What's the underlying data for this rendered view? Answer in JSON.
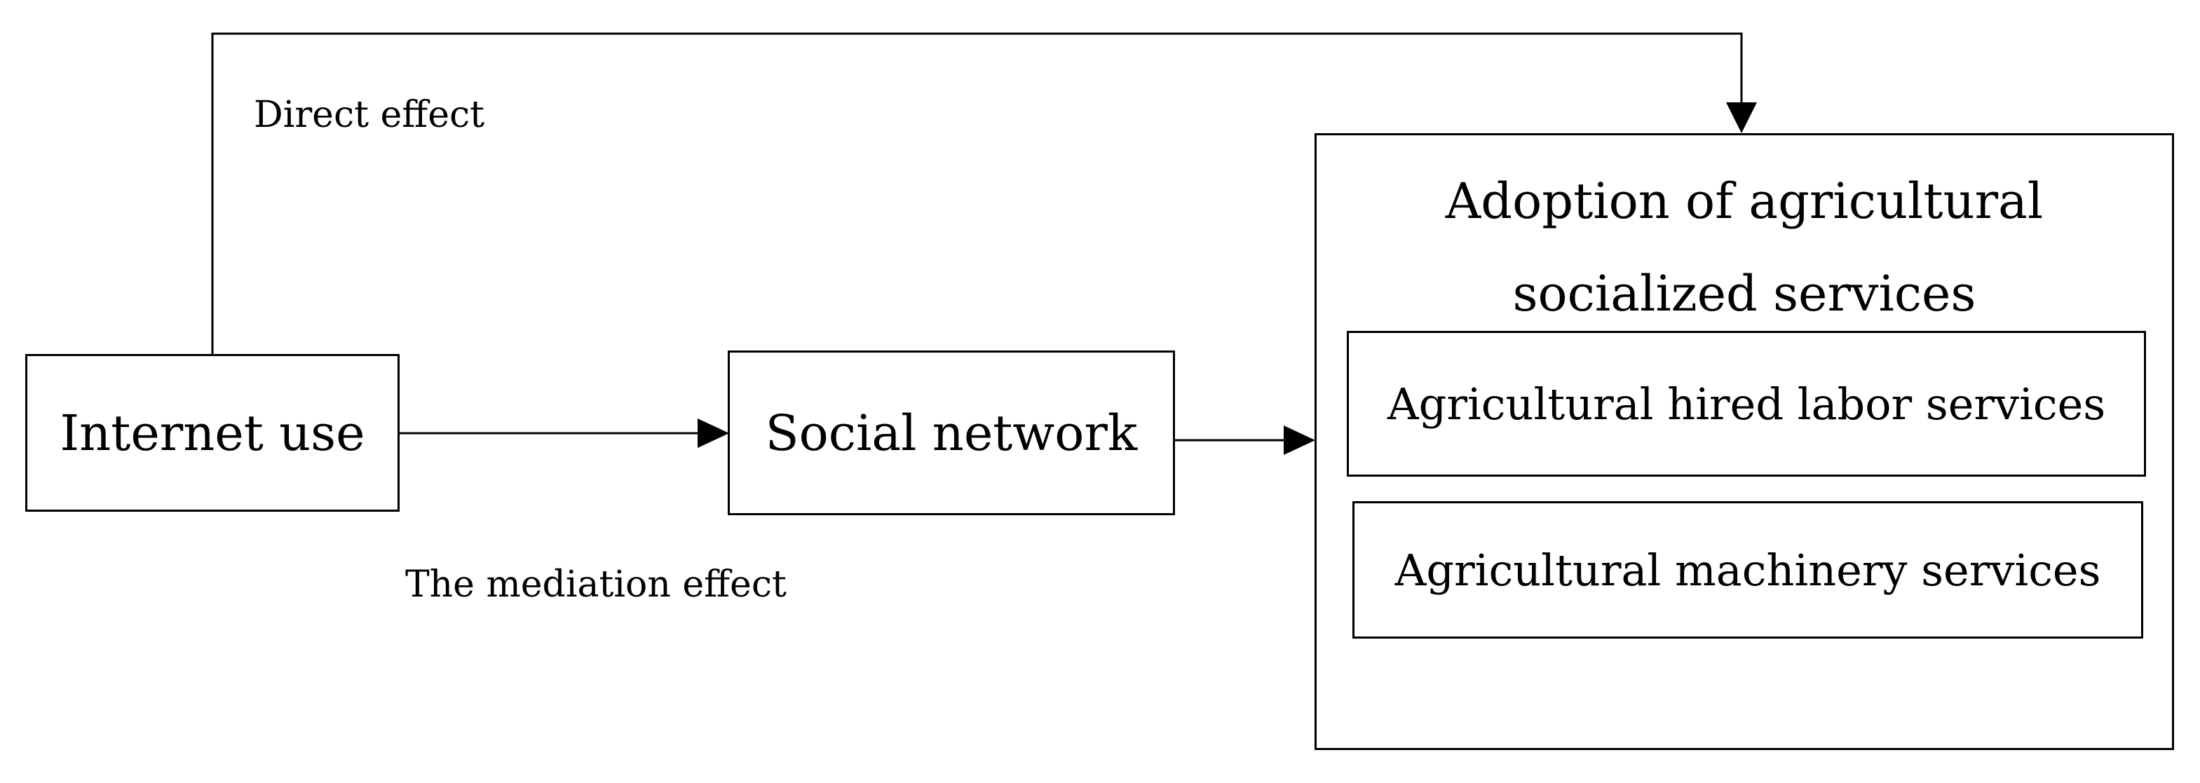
{
  "labels": {
    "direct_effect": "Direct effect",
    "mediation_effect": "The mediation effect"
  },
  "nodes": {
    "internet_use": "Internet use",
    "social_network": "Social network",
    "adoption_title_line1": "Adoption of agricultural",
    "adoption_title_line2": "socialized services",
    "hired_labor": "Agricultural hired labor services",
    "machinery": "Agricultural machinery services"
  }
}
